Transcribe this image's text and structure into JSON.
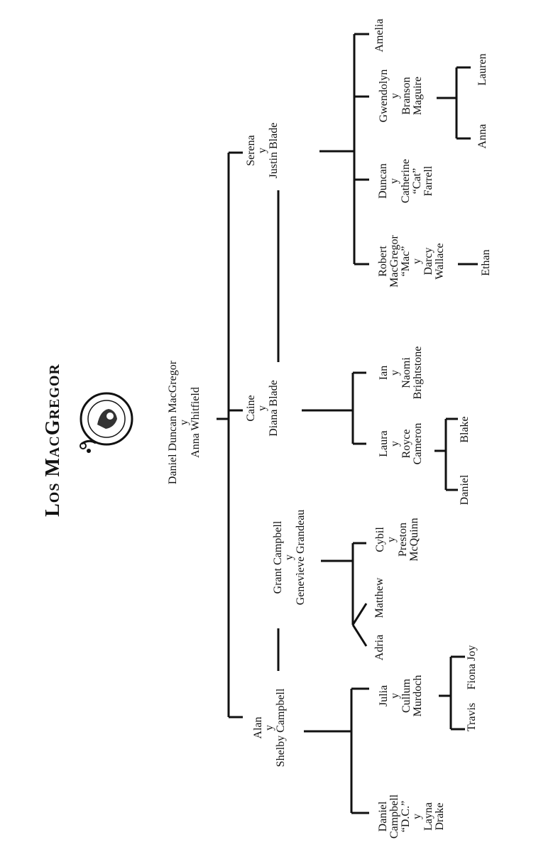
{
  "title": "Los MacGregor",
  "root": [
    "Daniel Duncan MacGregor",
    "y",
    "Anna Whitfield"
  ],
  "gen1": {
    "alan": [
      "Alan",
      "y",
      "Shelby Campbell"
    ],
    "grant": [
      "Grant Campbell",
      "y",
      "Genevìeve Grandeau"
    ],
    "caine": [
      "Caine",
      "y",
      "Diana Blade"
    ],
    "serena": [
      "Serena",
      "y",
      "Justin Blade"
    ]
  },
  "gen2": {
    "dc": [
      "Daniel",
      "Campbell",
      "“D.C.”",
      "y",
      "Layna",
      "Drake"
    ],
    "julia": [
      "Julia",
      "y",
      "Cullum",
      "Murdoch"
    ],
    "adria": [
      "Adria"
    ],
    "matthew": [
      "Matthew"
    ],
    "cybil": [
      "Cybil",
      "y",
      "Preston",
      "McQuinn"
    ],
    "laura": [
      "Laura",
      "y",
      "Royce",
      "Cameron"
    ],
    "ian": [
      "Ian",
      "y",
      "Naomi",
      "Brightstone"
    ],
    "robert": [
      "Robert",
      "MacGregor",
      "“Mac”",
      "y",
      "Darcy",
      "Wallace"
    ],
    "duncan": [
      "Duncan",
      "y",
      "Catherine",
      "“Cat”",
      "Farrell"
    ],
    "gwendolyn": [
      "Gwendolyn",
      "y",
      "Branson",
      "Maguire"
    ],
    "amelia": [
      "Amelia"
    ]
  },
  "gen3": {
    "travis": [
      "Travis"
    ],
    "fiona": [
      "Fiona Joy"
    ],
    "daniel": [
      "Daniel"
    ],
    "blake": [
      "Blake"
    ],
    "ethan": [
      "Ethan"
    ],
    "anna": [
      "Anna"
    ],
    "lauren": [
      "Lauren"
    ]
  }
}
